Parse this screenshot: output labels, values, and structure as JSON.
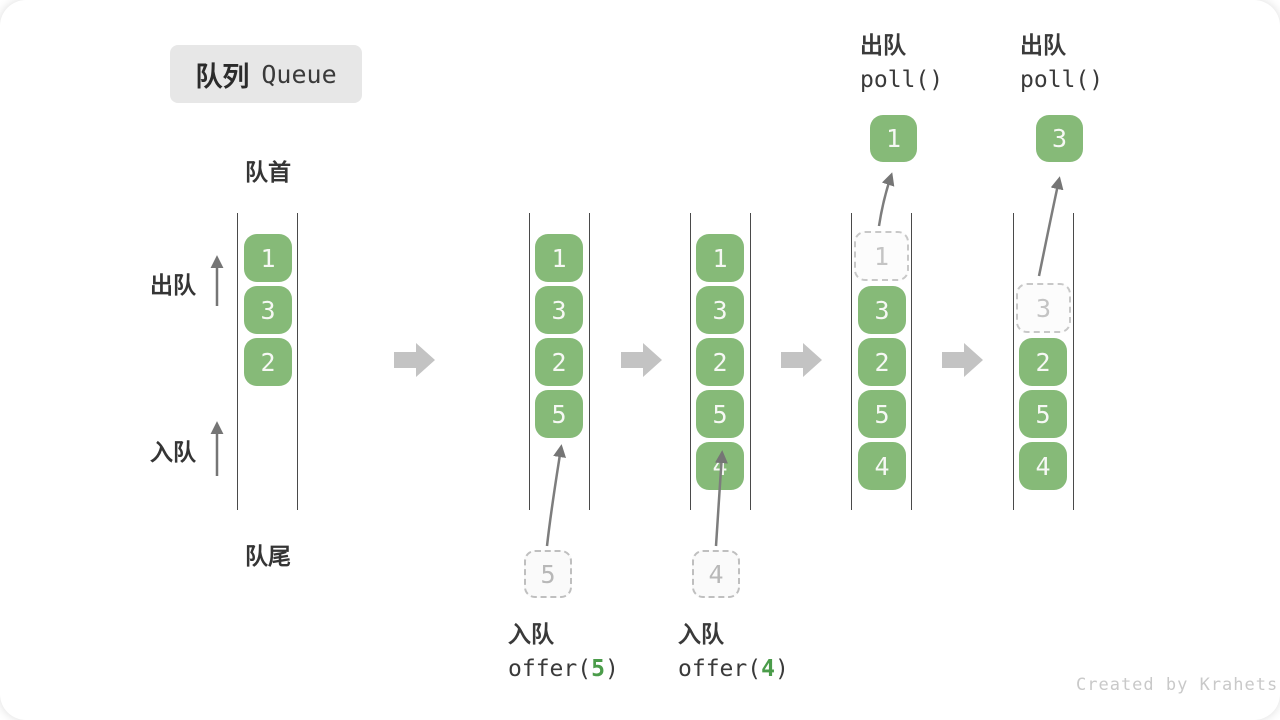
{
  "title": {
    "cn": "队列",
    "en": "Queue"
  },
  "side_labels": {
    "front": "队首",
    "rear": "队尾",
    "dequeue": "出队",
    "enqueue": "入队"
  },
  "queues": {
    "q1": [
      "1",
      "3",
      "2"
    ],
    "q2": [
      "1",
      "3",
      "2",
      "5"
    ],
    "q3": [
      "1",
      "3",
      "2",
      "5",
      "4"
    ],
    "q4_removed": "1",
    "q4": [
      "3",
      "2",
      "5",
      "4"
    ],
    "q5_removed": "3",
    "q5": [
      "2",
      "5",
      "4"
    ]
  },
  "staged": {
    "enq5": "5",
    "enq4": "4"
  },
  "polled": {
    "p1": "1",
    "p2": "3"
  },
  "ops": {
    "enq5": {
      "label": "入队",
      "fn": "offer(",
      "arg": "5",
      "close": ")"
    },
    "enq4": {
      "label": "入队",
      "fn": "offer(",
      "arg": "4",
      "close": ")"
    },
    "poll1": {
      "label": "出队",
      "fn": "poll()"
    },
    "poll2": {
      "label": "出队",
      "fn": "poll()"
    }
  },
  "watermark": "Created by Krahets",
  "colors": {
    "box_green": "#86BA78",
    "code_green": "#4B9C4A",
    "block_arrow_gray": "#C3C3C3",
    "thin_arrow_gray": "#757575",
    "line_dark": "#4A4A4A",
    "title_bg": "#E7E7E7"
  }
}
